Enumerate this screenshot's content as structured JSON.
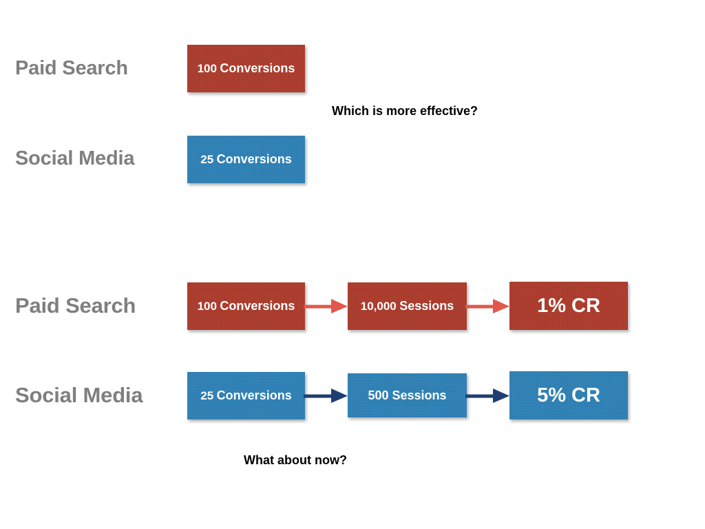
{
  "slide": {
    "background_color": "#ffffff",
    "label_color": "#7f7f7f",
    "question_color": "#000000",
    "paid_search_color": "#ab3c2d",
    "paid_search_arrow_color": "#e2574c",
    "social_media_color": "#2f80b4",
    "social_media_arrow_color": "#1f3f73"
  },
  "top_section": {
    "rows": [
      {
        "label": "Paid Search",
        "box_line1": "100",
        "box_line2": "Conversions"
      },
      {
        "label": "Social Media",
        "box_line1": "25",
        "box_line2": "Conversions"
      }
    ],
    "question": "Which is more effective?"
  },
  "bottom_section": {
    "rows": [
      {
        "label": "Paid Search",
        "conversions_line1": "100",
        "conversions_line2": "Conversions",
        "sessions_line1": "10,000",
        "sessions_line2": "Sessions",
        "result": "1% CR"
      },
      {
        "label": "Social Media",
        "conversions_line1": "25",
        "conversions_line2": "Conversions",
        "sessions_line1": "500 Sessions",
        "sessions_line2": "",
        "result": "5% CR"
      }
    ],
    "question": "What about now?"
  }
}
